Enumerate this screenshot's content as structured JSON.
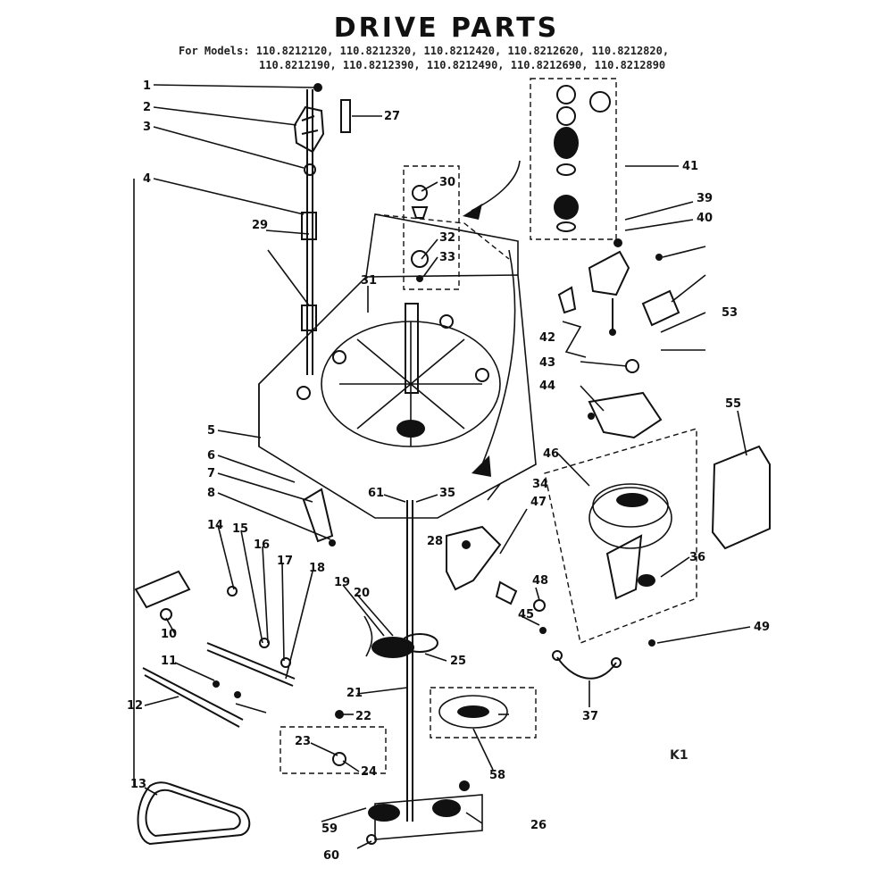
{
  "header": {
    "title": "DRIVE PARTS",
    "models_line1": "For Models: 110.8212120, 110.8212320, 110.8212420, 110.8212620, 110.8212820,",
    "models_line2": "110.8212190, 110.8212390, 110.8212490, 110.8212690, 110.8212890"
  },
  "figure_code": "K1",
  "callouts": [
    "1",
    "2",
    "3",
    "4",
    "5",
    "6",
    "7",
    "8",
    "10",
    "11",
    "12",
    "13",
    "14",
    "15",
    "16",
    "17",
    "18",
    "19",
    "20",
    "21",
    "22",
    "23",
    "24",
    "25",
    "26",
    "27",
    "28",
    "29",
    "30",
    "31",
    "32",
    "33",
    "34",
    "35",
    "36",
    "37",
    "39",
    "40",
    "41",
    "42",
    "43",
    "44",
    "45",
    "46",
    "47",
    "48",
    "49",
    "53",
    "55",
    "58",
    "59",
    "60",
    "61"
  ]
}
